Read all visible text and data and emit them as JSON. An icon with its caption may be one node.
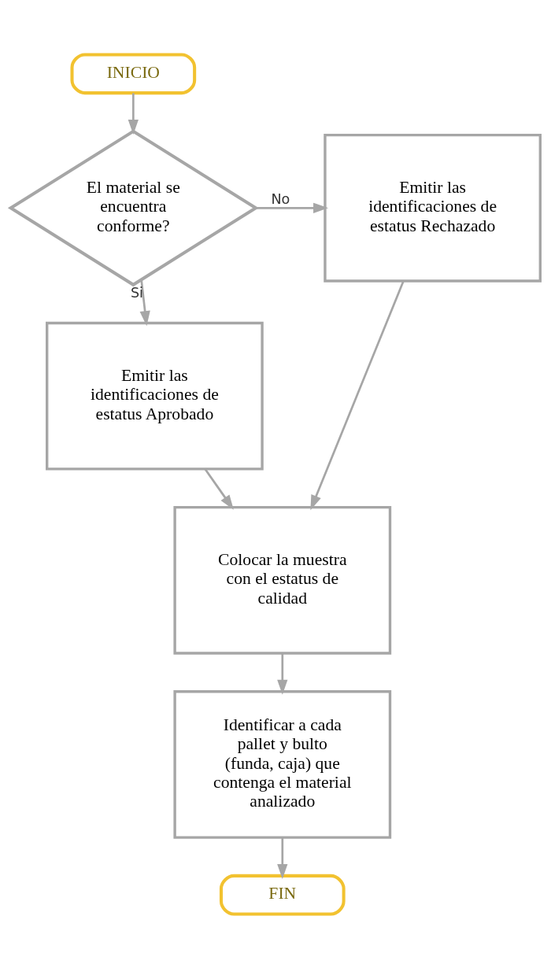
{
  "diagram": {
    "nodes": [
      {
        "text": [
          "INICIO"
        ]
      },
      {
        "text": [
          "El material se encuentra conforme?"
        ]
      },
      {
        "text": [
          "Emitir las identificaciones de estatus Rechazado"
        ]
      },
      {
        "text": [
          "Emitir las identificaciones de estatus Aprobado"
        ]
      },
      {
        "text": [
          "Colocar la muestra con el estatus de calidad"
        ]
      },
      {
        "text": [
          "Identificar a cada pallet y bulto (funda, caja) que contenga el material analizado"
        ]
      },
      {
        "text": [
          "FIN"
        ]
      }
    ],
    "edges": [
      {
        "from": 0,
        "to": 1,
        "arrow": "to"
      },
      {
        "from": 1,
        "to": 2,
        "arrow": "to",
        "label": "No"
      },
      {
        "from": 1,
        "to": 3,
        "arrow": "to",
        "label": "Si"
      },
      {
        "from": 3,
        "to": 4,
        "arrow": "to"
      },
      {
        "from": 2,
        "to": 4,
        "arrow": "to"
      },
      {
        "from": 4,
        "to": 5,
        "arrow": "to"
      },
      {
        "from": 5,
        "to": 6,
        "arrow": "to"
      }
    ]
  }
}
